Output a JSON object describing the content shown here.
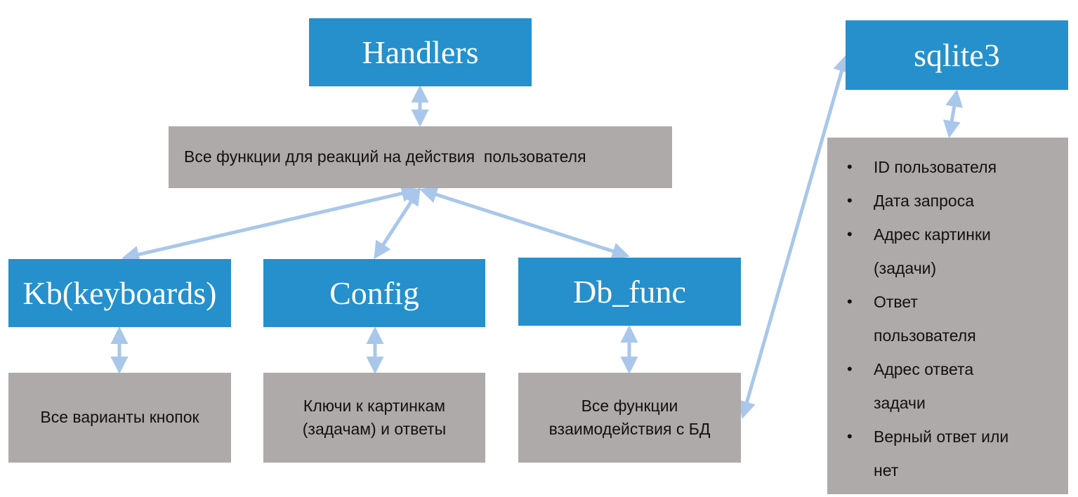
{
  "nodes": {
    "handlers": "Handlers",
    "handlers_desc": "Все функции для реакций на действия  пользователя",
    "kb": "Kb(keyboards)",
    "kb_desc": "Все варианты кнопок",
    "config": "Config",
    "config_desc_line1": "Ключи к картинкам",
    "config_desc_line2": "(задачам) и ответы",
    "dbfunc": "Db_func",
    "dbfunc_desc_line1": "Все функции",
    "dbfunc_desc_line2": "взаимодействия с БД",
    "sqlite": "sqlite3"
  },
  "sqlite_fields": [
    [
      "ID пользователя"
    ],
    [
      "Дата запроса"
    ],
    [
      "Адрес картинки",
      "(задачи)"
    ],
    [
      "Ответ",
      "пользователя"
    ],
    [
      "Адрес ответа",
      "задачи"
    ],
    [
      "Верный ответ или",
      "нет"
    ]
  ],
  "colors": {
    "module_box": "#2590cc",
    "description_box": "#aeaaa9",
    "arrow": "#a9c7ea"
  }
}
